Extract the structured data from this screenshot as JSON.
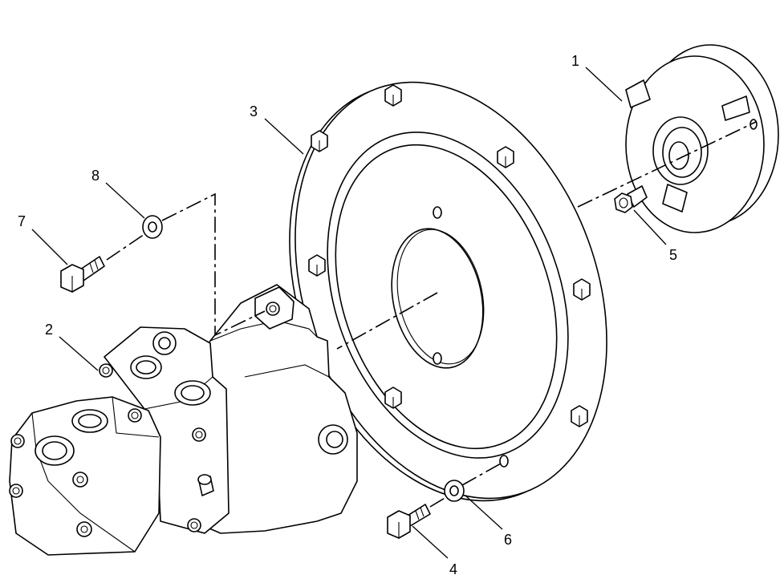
{
  "callouts": [
    {
      "label": "1"
    },
    {
      "label": "2"
    },
    {
      "label": "3"
    },
    {
      "label": "4"
    },
    {
      "label": "5"
    },
    {
      "label": "6"
    },
    {
      "label": "7"
    },
    {
      "label": "8"
    }
  ]
}
